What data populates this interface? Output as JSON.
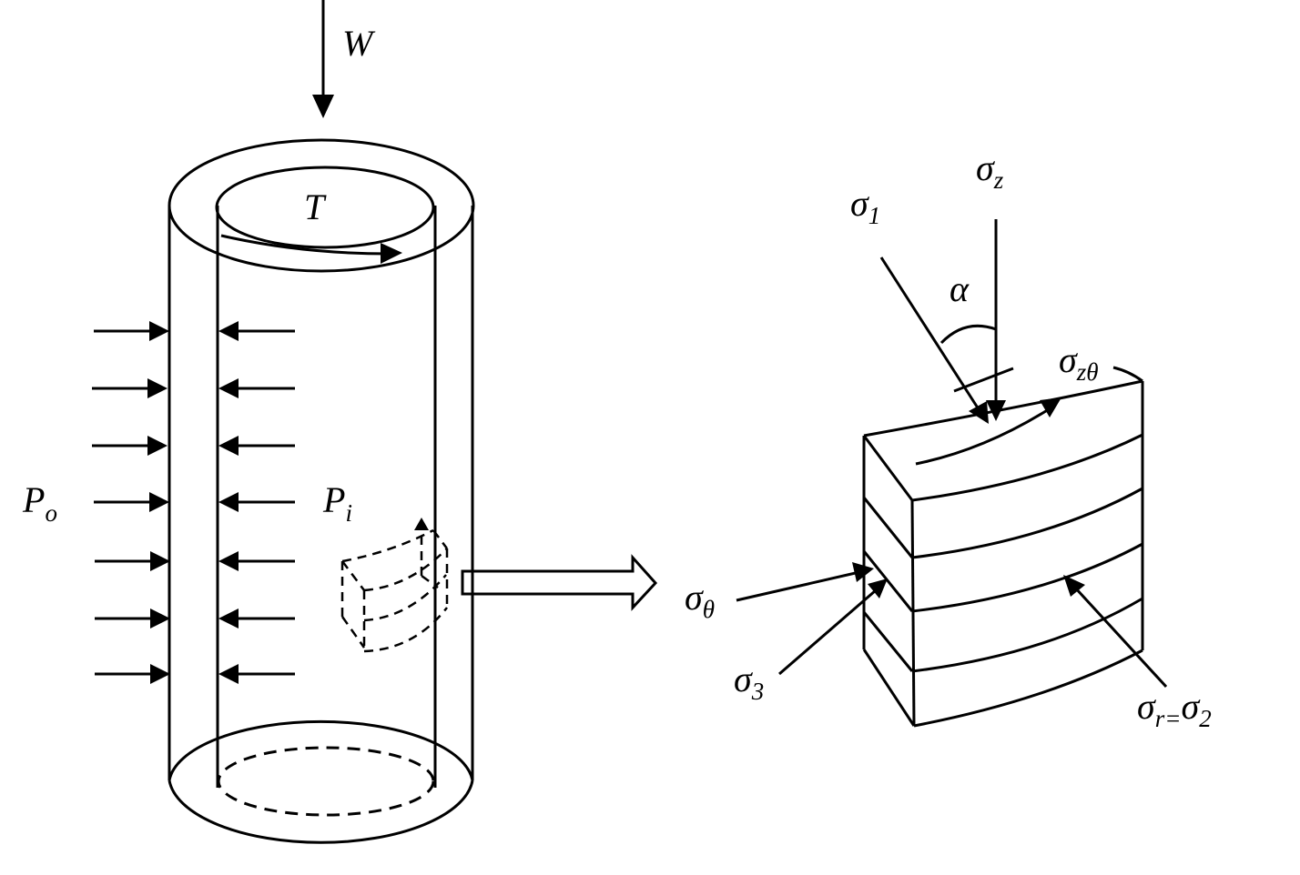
{
  "labels": {
    "W": "W",
    "T": "T",
    "Po_main": "P",
    "Po_sub": "o",
    "Pi_main": "P",
    "Pi_sub": "i",
    "sigma_z_main": "σ",
    "sigma_z_sub": "z",
    "sigma_1_main": "σ",
    "sigma_1_sub": "1",
    "alpha": "α",
    "sigma_ztheta_main": "σ",
    "sigma_ztheta_sub": "zθ",
    "sigma_theta_main": "σ",
    "sigma_theta_sub": "θ",
    "sigma_3_main": "σ",
    "sigma_3_sub": "3",
    "sigma_r2_main1": "σ",
    "sigma_r2_sub1": "r=",
    "sigma_r2_main2": "σ",
    "sigma_r2_sub2": "2"
  },
  "colors": {
    "stroke": "#000000",
    "background": "#ffffff"
  }
}
